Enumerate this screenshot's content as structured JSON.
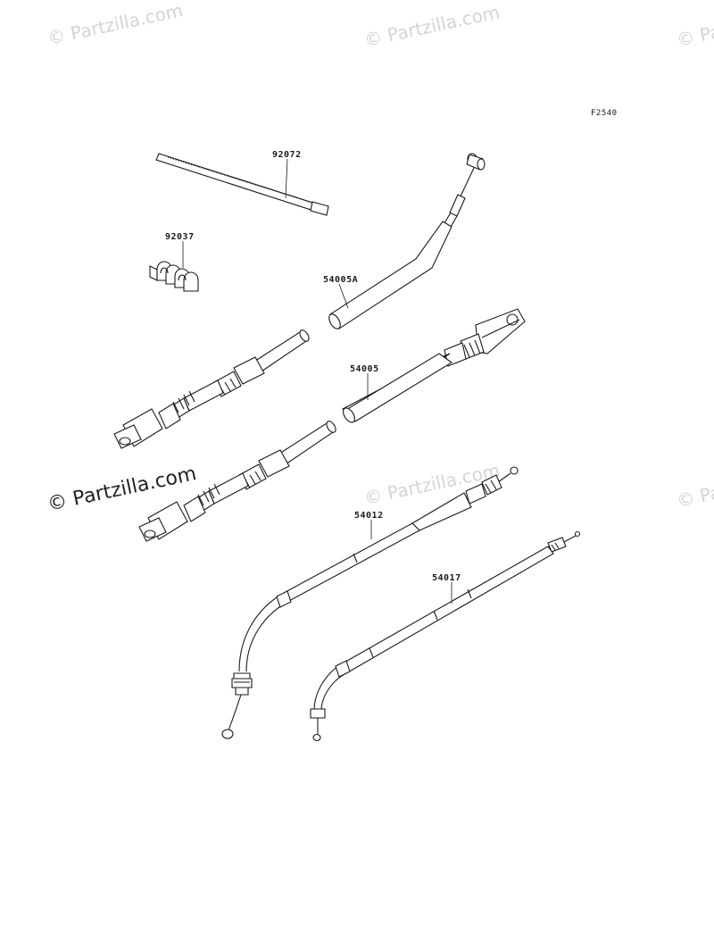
{
  "diagram": {
    "reference_code": "F2540",
    "watermark_text": "© Partzilla.com",
    "parts": [
      {
        "id": "part-92072",
        "label": "92072"
      },
      {
        "id": "part-92037",
        "label": "92037"
      },
      {
        "id": "part-54005a",
        "label": "54005A"
      },
      {
        "id": "part-54005",
        "label": "54005"
      },
      {
        "id": "part-54012",
        "label": "54012"
      },
      {
        "id": "part-54017",
        "label": "54017"
      }
    ]
  }
}
